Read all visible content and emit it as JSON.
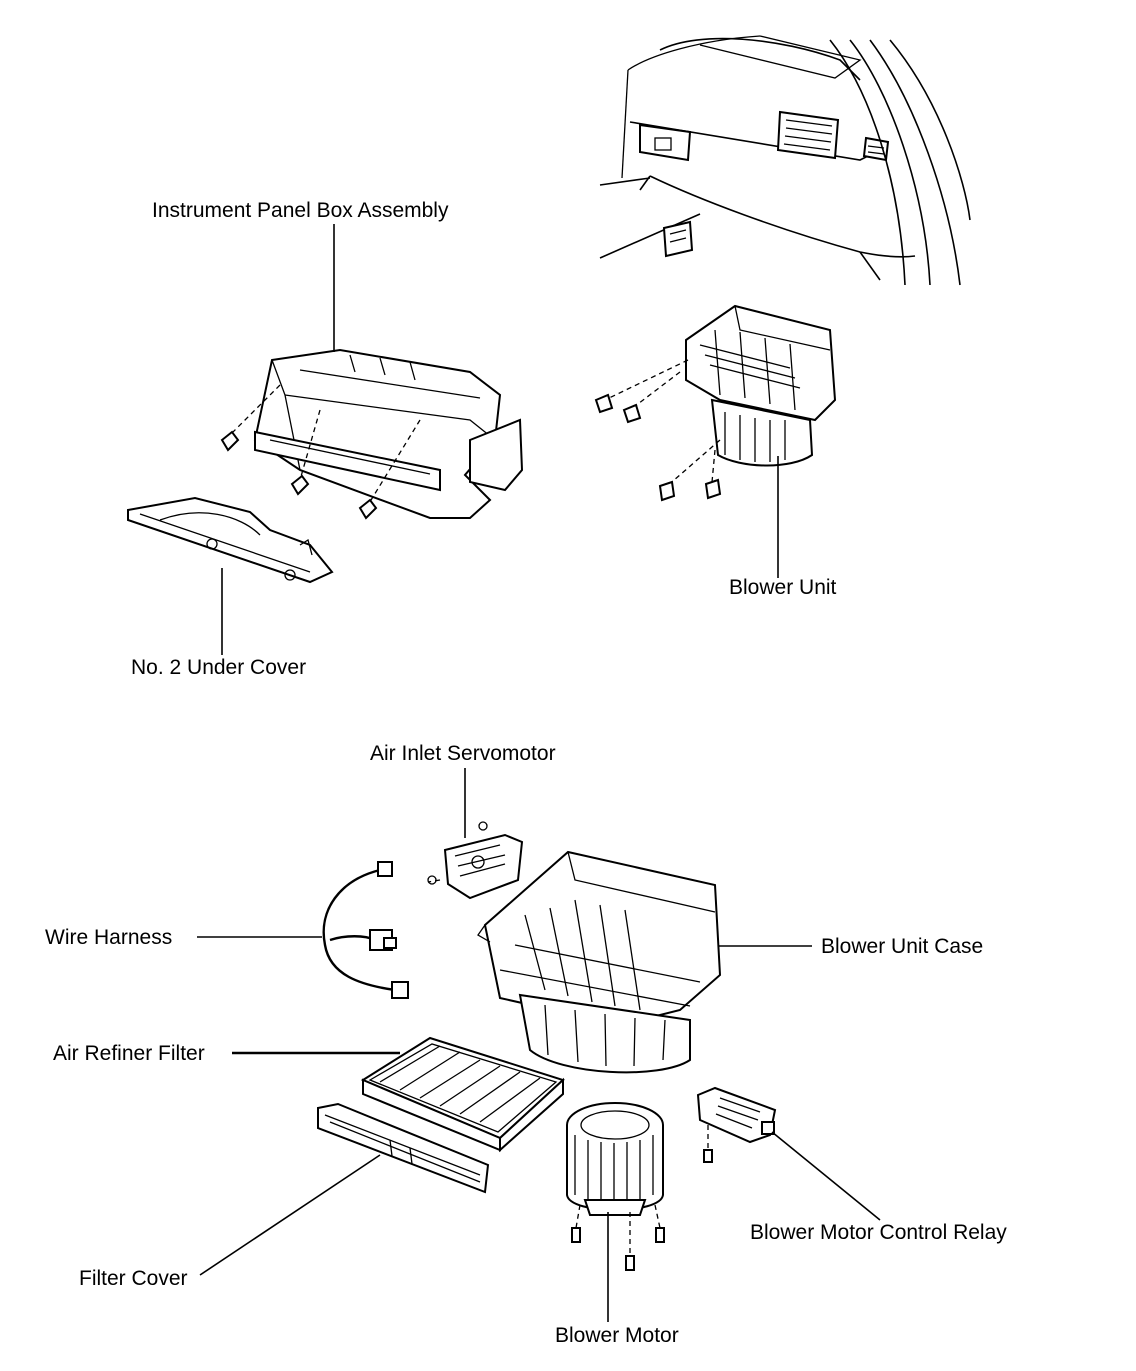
{
  "labels": {
    "instrument_panel_box_assembly": "Instrument Panel Box Assembly",
    "no2_under_cover": "No. 2 Under Cover",
    "blower_unit": "Blower Unit",
    "air_inlet_servomotor": "Air Inlet Servomotor",
    "wire_harness": "Wire Harness",
    "blower_unit_case": "Blower Unit Case",
    "air_refiner_filter": "Air Refiner Filter",
    "filter_cover": "Filter Cover",
    "blower_motor": "Blower Motor",
    "blower_motor_control_relay": "Blower Motor Control Relay"
  }
}
